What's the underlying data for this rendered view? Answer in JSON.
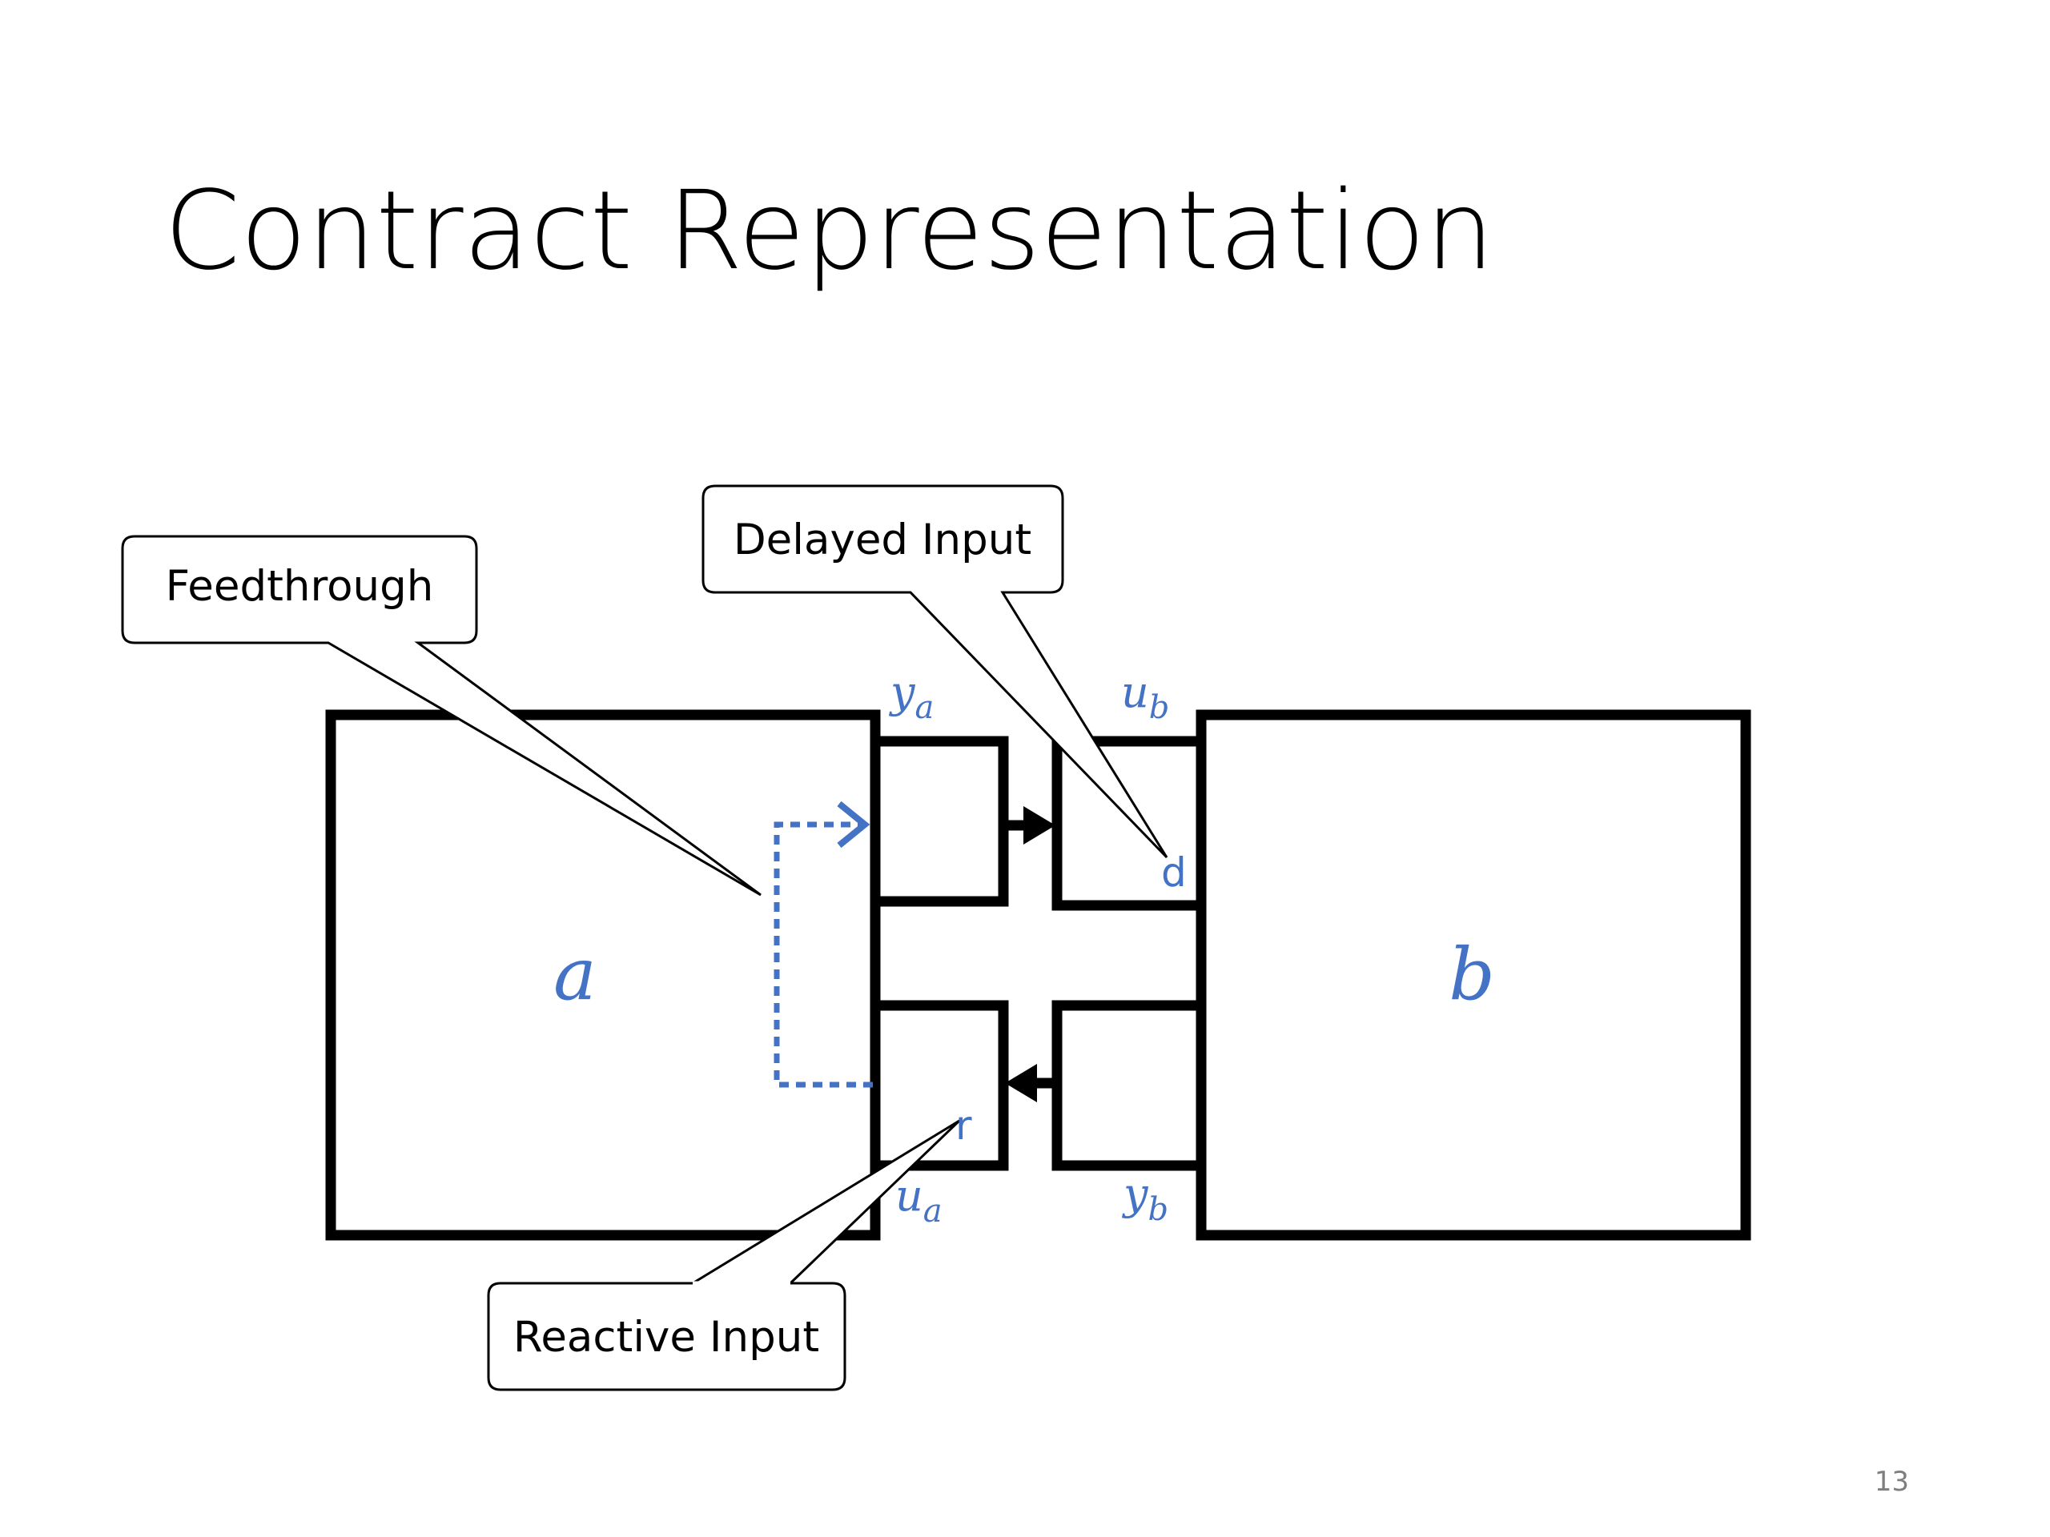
{
  "slide": {
    "title": "Contract Representation",
    "page_number": "13"
  },
  "callouts": {
    "feedthrough": "Feedthrough",
    "delayed_input": "Delayed Input",
    "reactive_input": "Reactive Input"
  },
  "blocks": {
    "a": "a",
    "b": "b"
  },
  "ports": {
    "ya": {
      "base": "y",
      "sub": "a"
    },
    "ub": {
      "base": "u",
      "sub": "b"
    },
    "ua": {
      "base": "u",
      "sub": "a"
    },
    "yb": {
      "base": "y",
      "sub": "b"
    },
    "d": "d",
    "r": "r"
  },
  "colors": {
    "accent": "#4472C4",
    "line": "#000000",
    "page_number": "#7F7F7F"
  }
}
